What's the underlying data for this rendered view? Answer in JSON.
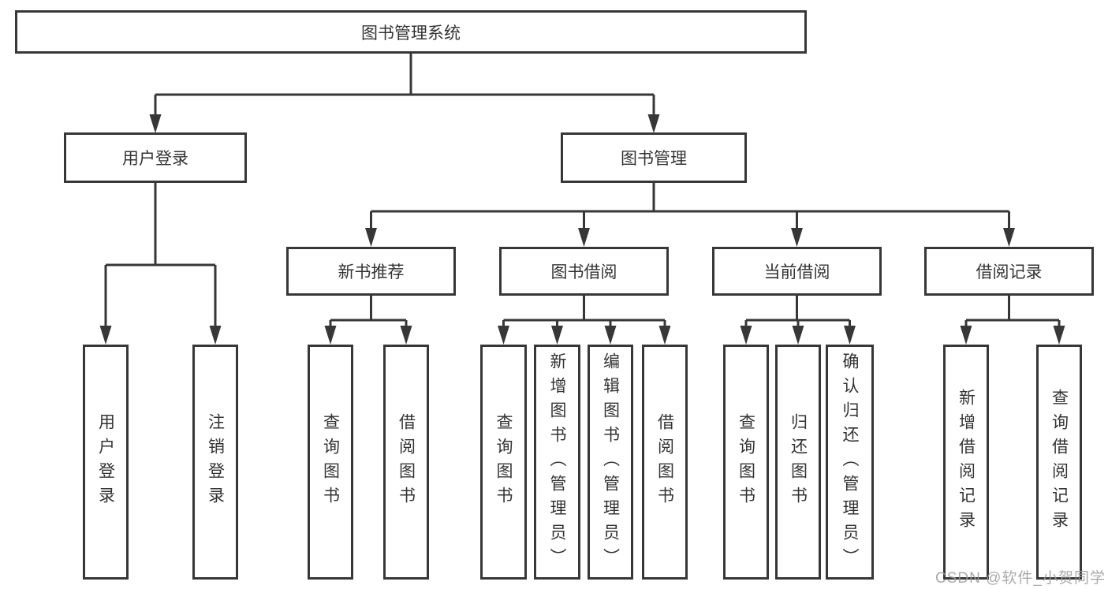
{
  "tree": {
    "label": "图书管理系统",
    "children": [
      {
        "label": "用户登录",
        "children": [
          {
            "label": "用户登录"
          },
          {
            "label": "注销登录"
          }
        ]
      },
      {
        "label": "图书管理",
        "children": [
          {
            "label": "新书推荐",
            "children": [
              {
                "label": "查询图书"
              },
              {
                "label": "借阅图书"
              }
            ]
          },
          {
            "label": "图书借阅",
            "children": [
              {
                "label": "查询图书"
              },
              {
                "label": "新增图书（管理员）"
              },
              {
                "label": "编辑图书（管理员）"
              },
              {
                "label": "借阅图书"
              }
            ]
          },
          {
            "label": "当前借阅",
            "children": [
              {
                "label": "查询图书"
              },
              {
                "label": "归还图书"
              },
              {
                "label": "确认归还（管理员）"
              }
            ]
          },
          {
            "label": "借阅记录",
            "children": [
              {
                "label": "新增借阅记录"
              },
              {
                "label": "查询借阅记录"
              }
            ]
          }
        ]
      }
    ]
  },
  "watermark": {
    "text": "CSDN @软件_小贺同学"
  },
  "colors": {
    "line": "#373737",
    "box_border": "#373737",
    "text": "#333333",
    "watermark": "#9e9e9e",
    "background": "#ffffff"
  }
}
